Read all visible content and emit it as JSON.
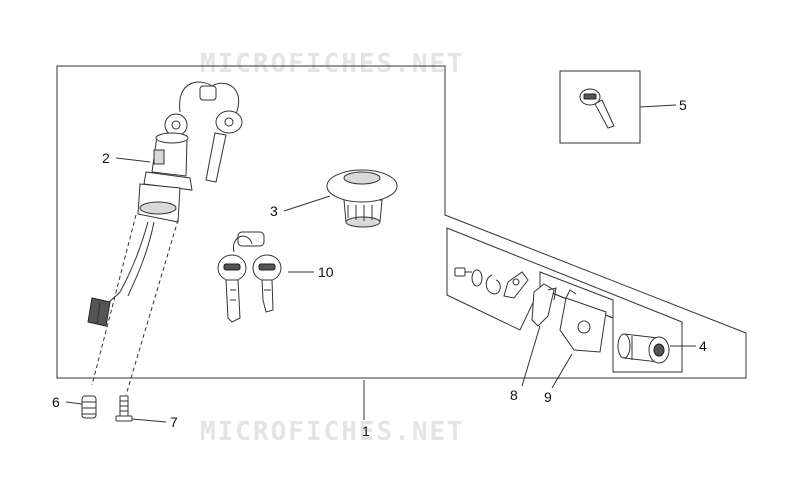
{
  "watermark": {
    "top": "MICROFICHES.NET",
    "bottom": "MICROFICHES.NET"
  },
  "callouts": [
    {
      "id": "1",
      "text": "1"
    },
    {
      "id": "2",
      "text": "2"
    },
    {
      "id": "3",
      "text": "3"
    },
    {
      "id": "4",
      "text": "4"
    },
    {
      "id": "5",
      "text": "5"
    },
    {
      "id": "6",
      "text": "6"
    },
    {
      "id": "7",
      "text": "7"
    },
    {
      "id": "8",
      "text": "8"
    },
    {
      "id": "9",
      "text": "9"
    },
    {
      "id": "10",
      "text": "10"
    }
  ]
}
